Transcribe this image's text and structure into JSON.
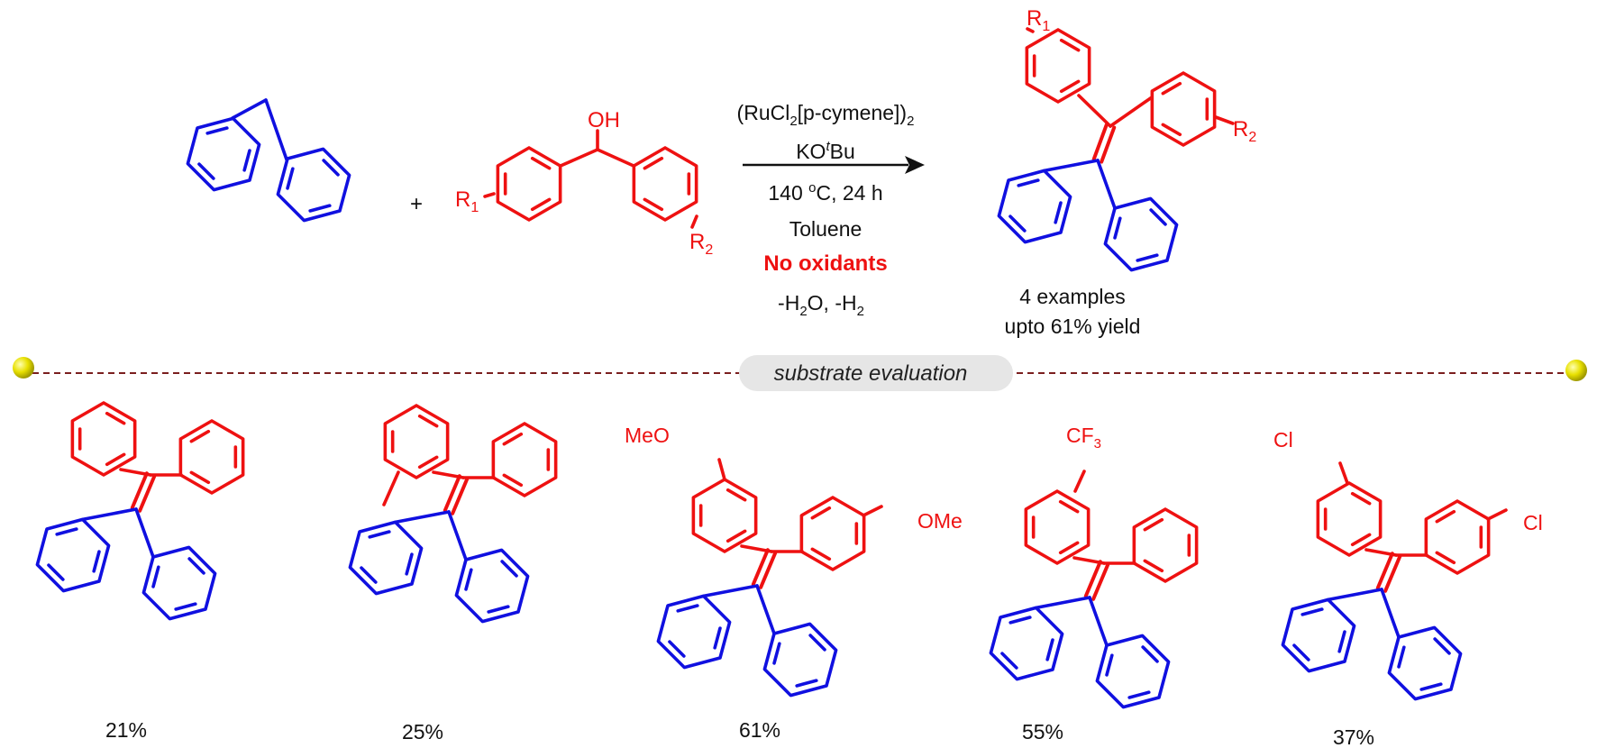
{
  "colors": {
    "fluorene": "#1010e0",
    "red": "#ee1111",
    "text": "#111111",
    "divider": "#7a1f1f",
    "pill": "#e6e6e6",
    "bead": "#e8e000"
  },
  "reaction": {
    "plus": "+",
    "reagent": {
      "oh": "OH",
      "r1": "R",
      "r1_sub": "1",
      "r2": "R",
      "r2_sub": "2"
    },
    "catalyst": {
      "pre": "(RuCl",
      "sub1": "2",
      "mid": "[p-cymene])",
      "sub2": "2"
    },
    "base": {
      "pre": "KO",
      "sup": "t",
      "post": "Bu"
    },
    "temp": {
      "pre": "140 ",
      "sup": "o",
      "post": "C, 24 h"
    },
    "solvent": "Toluene",
    "no_oxidants": "No oxidants",
    "byproducts": {
      "a": "-H",
      "a_sub": "2",
      "b": "O, -H",
      "b_sub": "2"
    },
    "product": {
      "r1": "R",
      "r1_sub": "1",
      "r2": "R",
      "r2_sub": "2",
      "examples": "4 examples",
      "yield_text": "upto 61% yield"
    }
  },
  "divider_label": "substrate evaluation",
  "substrates": [
    {
      "yield": "21%"
    },
    {
      "yield": "25%"
    },
    {
      "yield": "61%",
      "sub_a": "MeO",
      "sub_b": "OMe"
    },
    {
      "yield": "55%",
      "cf3_pre": "CF",
      "cf3_sub": "3"
    },
    {
      "yield": "37%",
      "sub_a": "Cl",
      "sub_b": "Cl"
    }
  ]
}
